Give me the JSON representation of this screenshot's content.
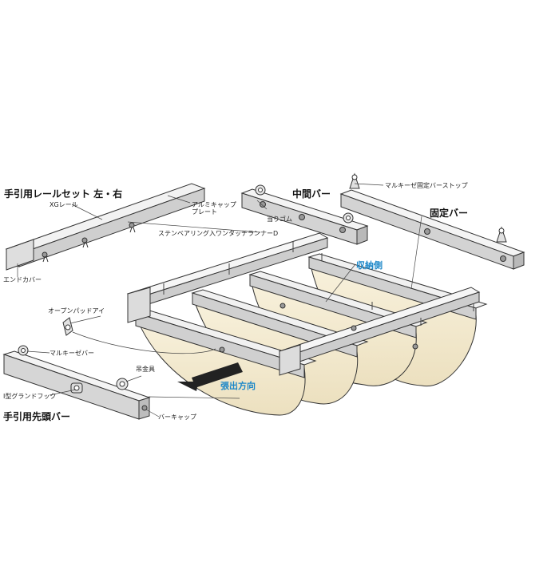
{
  "labels": {
    "rail_set": "手引用レールセット 左・右",
    "xg_rail": "XGレール",
    "alumi_cap": "アルミキャップ\nプレート",
    "runner": "ステンベアリング入ワンタッチランナーD",
    "end_cover": "エンドカバー",
    "middle_bar": "中間バー",
    "bumper": "当りゴム",
    "fixed_stop": "マルキーゼ固定バーストップ",
    "fixed_bar": "固定バー",
    "storage_side": "収納側",
    "open_pad_eye": "オープンパッドアイ",
    "marquee_bar": "マルキーゼバー",
    "hanger": "吊金具",
    "ground_hook": "I型グランドフック",
    "head_bar": "手引用先頭バー",
    "bar_cap": "バーキャップ",
    "extend_dir": "張出方向"
  },
  "colors": {
    "accent_blue": "#1a86c8",
    "fabric": "#f5ecd4",
    "bar_fill": "#e3e3e3",
    "outline": "#333333"
  }
}
